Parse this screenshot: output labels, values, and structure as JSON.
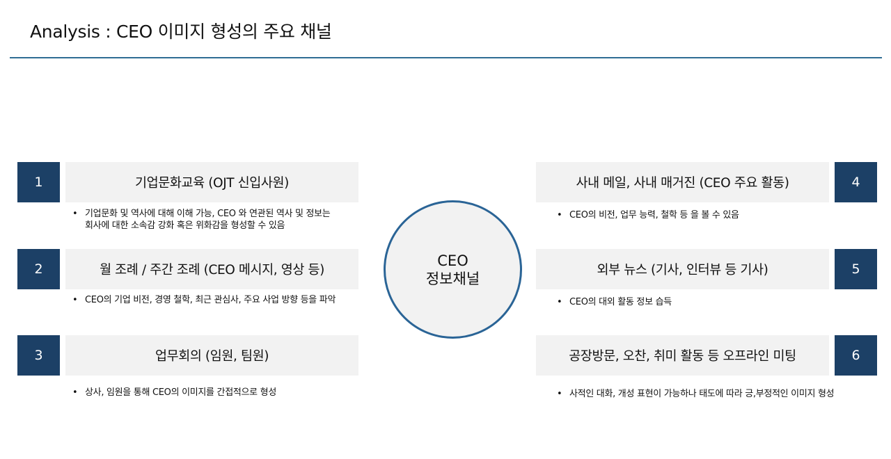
{
  "header": {
    "title": "Analysis : CEO 이미지 형성의 주요 채널"
  },
  "center": {
    "line1": "CEO",
    "line2": "정보채널"
  },
  "channels": [
    {
      "number": "1",
      "label": "기업문화교육 (OJT 신입사원)",
      "bullets": [
        "기업문화 및 역사에 대해 이해 가능, CEO 와 연관된 역사 및 정보는",
        "회사에 대한 소속감 강화 혹은 위화감을 형성할 수 있음"
      ]
    },
    {
      "number": "2",
      "label": "월 조례 / 주간 조례 (CEO 메시지, 영상 등)",
      "bullets": [
        "CEO의 기업 비전, 경영 철학, 최근 관심사, 주요 사업 방향 등을 파악"
      ]
    },
    {
      "number": "3",
      "label": "업무회의 (임원, 팀원)",
      "bullets": [
        "상사, 임원을 통해  CEO의 이미지를 간접적으로 형성"
      ]
    },
    {
      "number": "4",
      "label": "사내 메일, 사내 매거진 (CEO 주요 활동)",
      "bullets": [
        "CEO의 비전, 업무 능력, 철학 등 을 볼 수 있음"
      ]
    },
    {
      "number": "5",
      "label": "외부 뉴스 (기사, 인터뷰 등 기사)",
      "bullets": [
        "CEO의 대외 활동 정보 습득"
      ]
    },
    {
      "number": "6",
      "label": "공장방문, 오찬, 취미 활동 등 오프라인 미팅",
      "bullets": [
        "사적인 대화, 개성 표현이 가능하나 태도에 따라 긍,부정적인 이미지 형성"
      ]
    }
  ]
}
